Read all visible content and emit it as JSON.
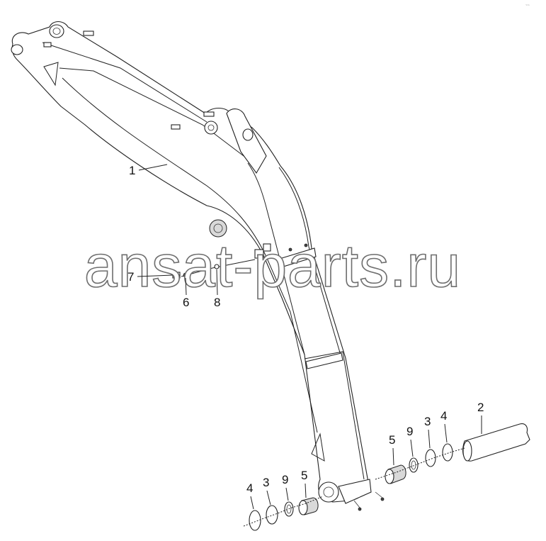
{
  "corner_mark": "~~",
  "watermark": "ansat-parts.ru",
  "callouts": {
    "boom": "1",
    "pin": "2",
    "washer_3_right": "3",
    "washer_4_right": "4",
    "bushing_5_right": "5",
    "ring_9_right": "9",
    "washer_4_left": "4",
    "washer_3_left": "3",
    "ring_9_left": "9",
    "bushing_5_left": "5",
    "fitting_7": "7",
    "fitting_6": "6",
    "tube_8": "8"
  }
}
